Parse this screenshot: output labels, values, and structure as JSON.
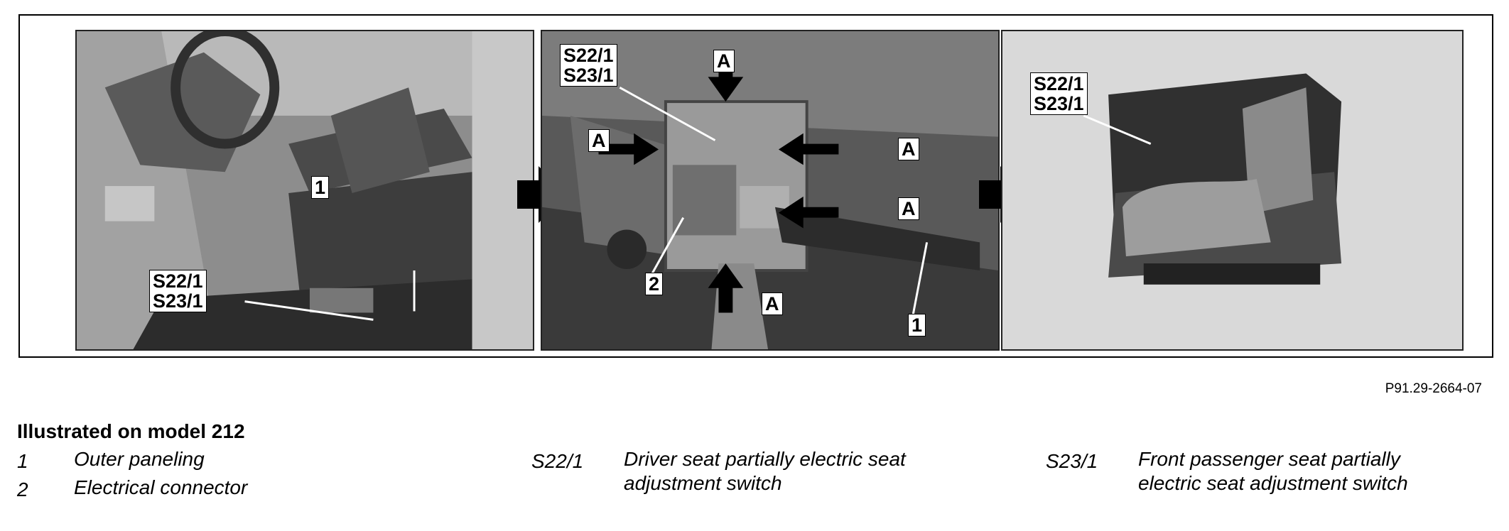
{
  "figure": {
    "code": "P91.29-2664-07",
    "photo1": {
      "label_1": "1",
      "label_s": "S22/1\nS23/1"
    },
    "photo2": {
      "label_s": "S22/1\nS23/1",
      "label_a": "A",
      "label_2": "2",
      "label_1": "1"
    },
    "photo3": {
      "label_s": "S22/1\nS23/1"
    }
  },
  "legend": {
    "title": "Illustrated on model 212",
    "items": [
      {
        "key": "1",
        "text": "Outer paneling"
      },
      {
        "key": "2",
        "text": "Electrical connector"
      },
      {
        "key": "S22/1",
        "text": "Driver seat partially electric seat\nadjustment switch"
      },
      {
        "key": "S23/1",
        "text": "Front passenger seat partially\nelectric seat adjustment switch"
      }
    ]
  }
}
